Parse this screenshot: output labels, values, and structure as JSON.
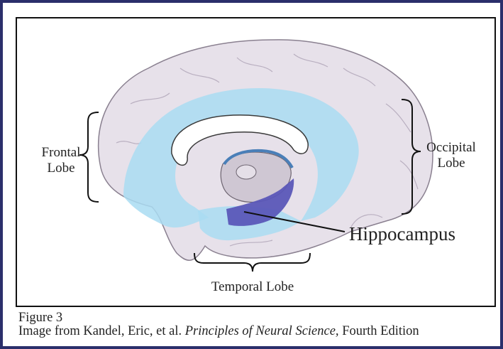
{
  "labels": {
    "frontal_line1": "Frontal",
    "frontal_line2": "Lobe",
    "occipital_line1": "Occipital",
    "occipital_line2": "Lobe",
    "temporal": "Temporal Lobe",
    "hippocampus": "Hippocampus"
  },
  "caption": {
    "figure": "Figure 3",
    "prefix": "Image from Kandel, Eric, et al. ",
    "title": "Principles of Neural Science,",
    "suffix": " Fourth Edition"
  },
  "colors": {
    "border": "#2b2f6b",
    "cortex": "#e7e1ea",
    "limbic": "#a9dcf2",
    "hippocampus": "#5b57b8"
  }
}
